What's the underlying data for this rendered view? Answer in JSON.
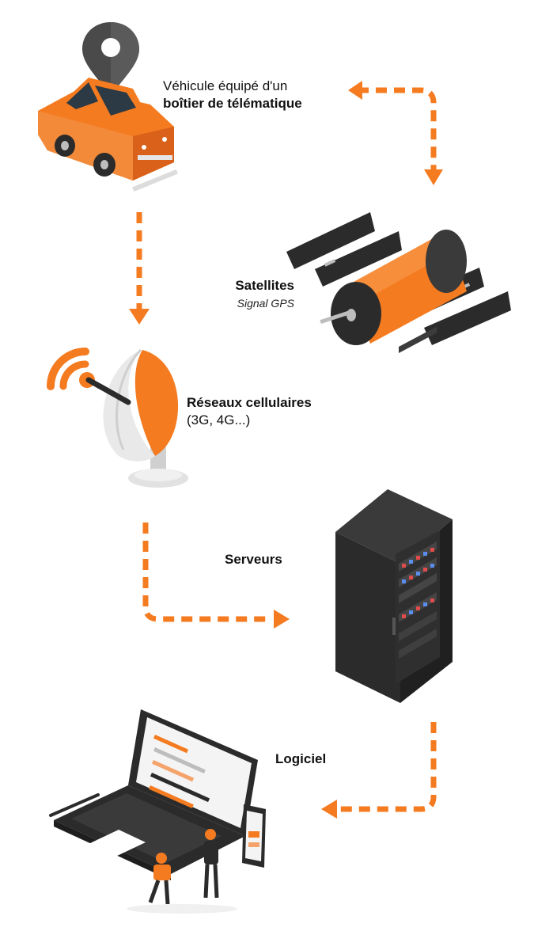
{
  "colors": {
    "accent": "#F47B20",
    "accent_dark": "#D9611A",
    "dark": "#2B2B2B",
    "dark_light": "#3A3A3A",
    "grey": "#BDBDBD"
  },
  "steps": {
    "vehicle": {
      "line1": "Véhicule équipé d'un",
      "line2": "boîtier de télématique",
      "icon": "car-gps-icon"
    },
    "satellite": {
      "title": "Satellites",
      "subtitle": "Signal GPS",
      "icon": "satellite-icon"
    },
    "cellular": {
      "title": "Réseaux cellulaires",
      "subtitle": "(3G, 4G...)",
      "icon": "satellite-dish-icon"
    },
    "servers": {
      "title": "Serveurs",
      "icon": "server-rack-icon"
    },
    "software": {
      "title": "Logiciel",
      "icon": "laptop-software-icon"
    }
  }
}
